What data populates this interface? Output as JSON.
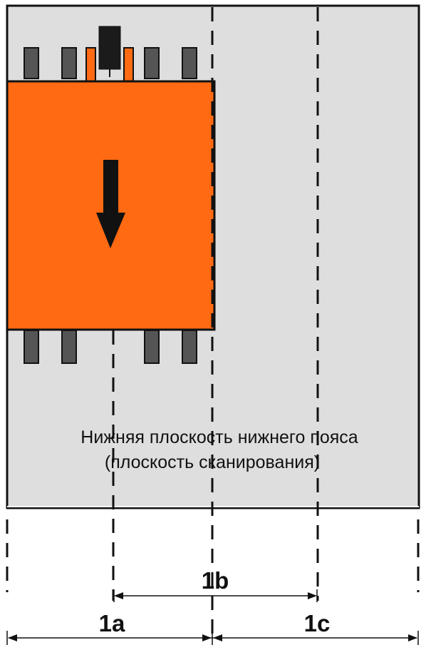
{
  "plane": {
    "label_line1": "Нижняя плоскость нижнего пояса",
    "label_line2": "(плоскость сканирования)"
  },
  "dimensions": {
    "a": "1a",
    "b": "1b",
    "c": "1c"
  },
  "colors": {
    "plane_fill": "#dedede",
    "block_fill": "#ff6a13",
    "pad_fill": "#555555",
    "sensor_fill": "#1b1b1b",
    "line": "#111111"
  },
  "icons": {
    "movement": "arrow-down-icon",
    "sensor": "sensor-head-icon"
  }
}
